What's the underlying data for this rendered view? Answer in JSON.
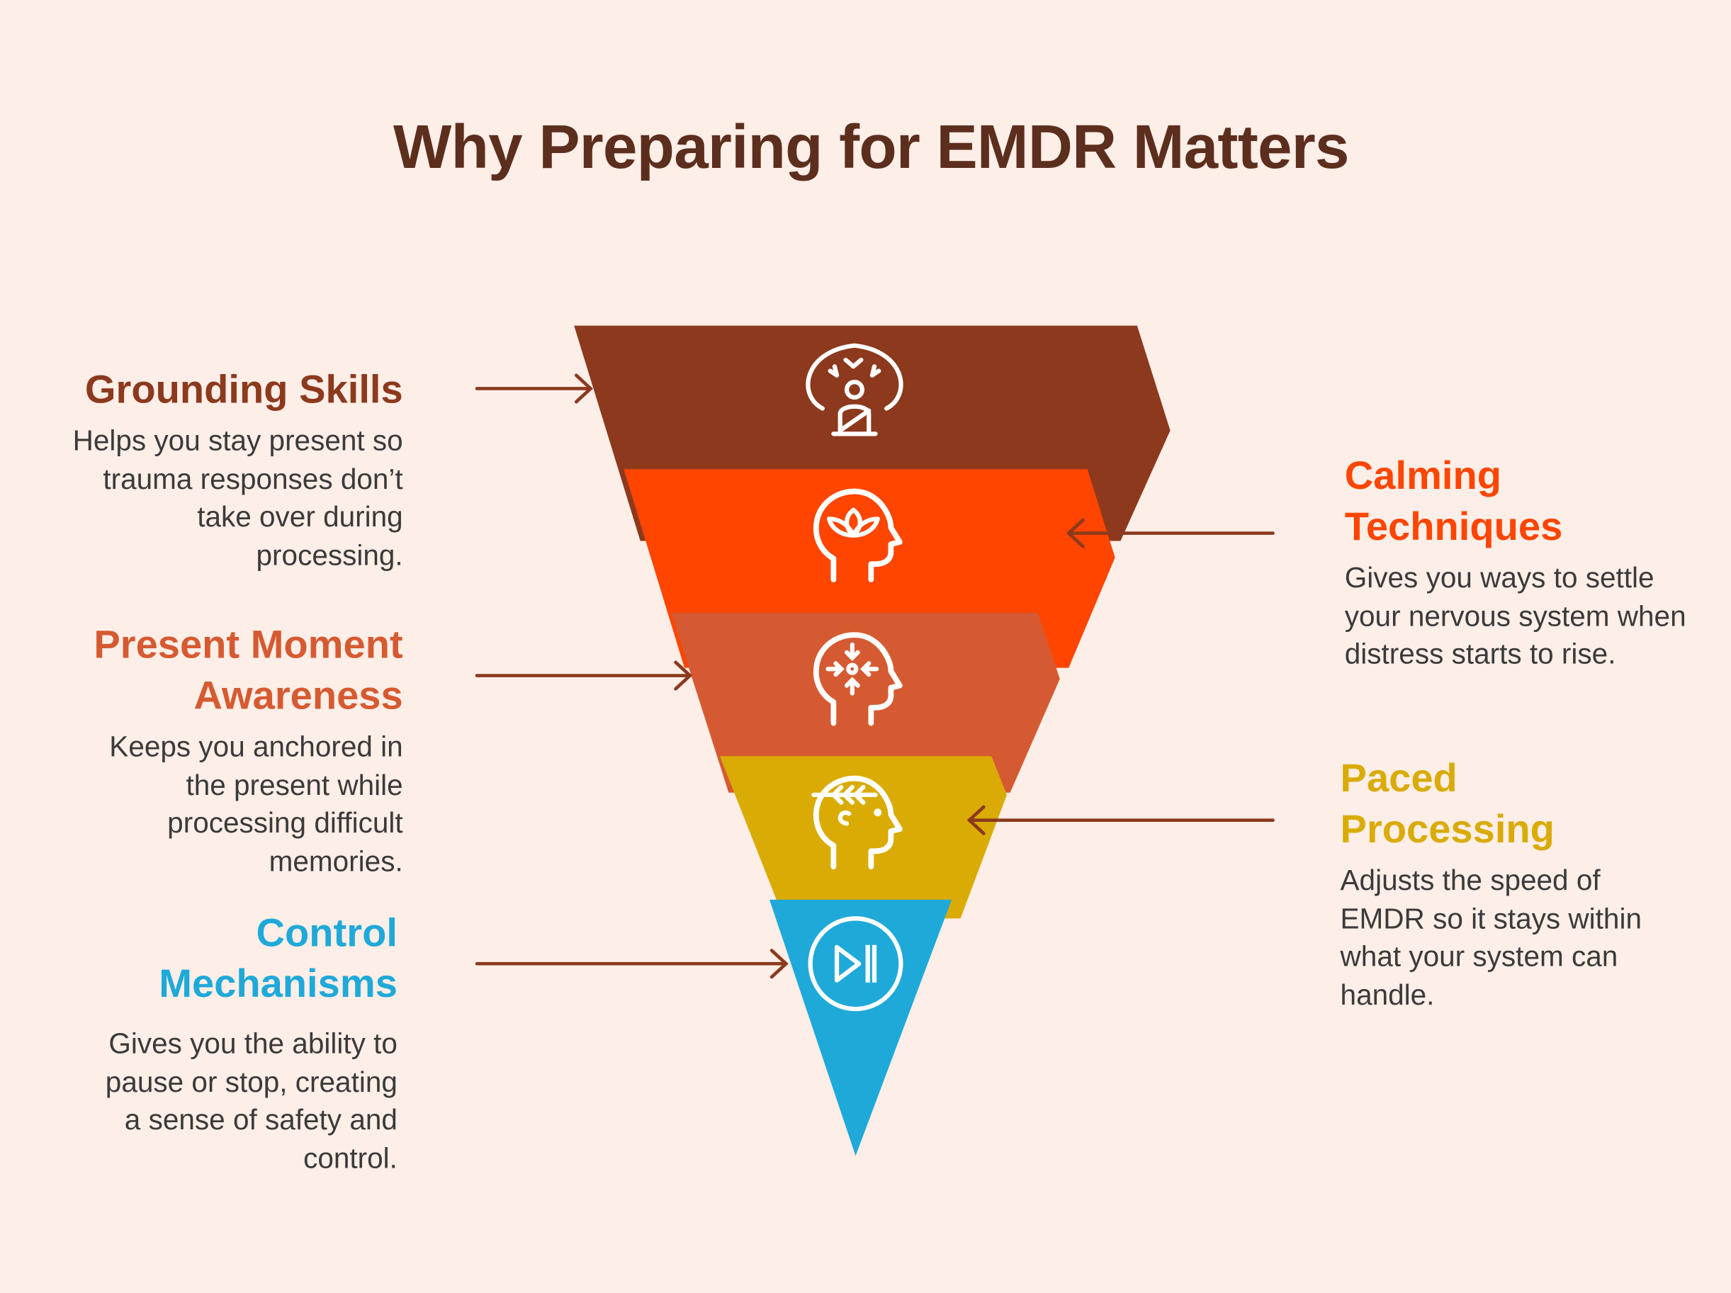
{
  "title": "Why Preparing for EMDR Matters",
  "colors": {
    "grounding": "#8c391d",
    "calming": "#ff4500",
    "present": "#d65a31",
    "paced": "#d9ab04",
    "control": "#1fa9d9",
    "arrow": "#8c391d"
  },
  "items": [
    {
      "heading": "Grounding Skills",
      "description": "Helps you stay present so trauma responses don’t take over during processing.",
      "icon": "meditation-person-icon"
    },
    {
      "heading": "Calming Techniques",
      "description": "Gives you ways to settle your nervous system when distress starts to rise.",
      "icon": "head-lotus-icon"
    },
    {
      "heading": "Present Moment Awareness",
      "description": "Keeps you anchored in the present while processing difficult memories.",
      "icon": "head-focus-arrows-icon"
    },
    {
      "heading": "Paced Processing",
      "description": "Adjusts the speed of EMDR so it stays within what your system can handle.",
      "icon": "head-arrow-icon"
    },
    {
      "heading": "Control Mechanisms",
      "description": "Gives you the ability to pause or stop, creating a sense of safety and control.",
      "icon": "play-pause-icon"
    }
  ]
}
